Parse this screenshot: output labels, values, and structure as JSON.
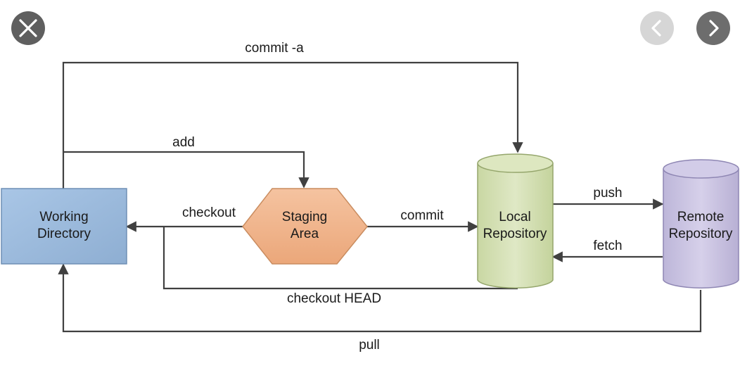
{
  "nodes": {
    "working_directory": {
      "line1": "Working",
      "line2": "Directory"
    },
    "staging_area": {
      "line1": "Staging",
      "line2": "Area"
    },
    "local_repository": {
      "line1": "Local",
      "line2": "Repository"
    },
    "remote_repository": {
      "line1": "Remote",
      "line2": "Repository"
    }
  },
  "edges": {
    "commit_a": "commit -a",
    "add": "add",
    "checkout": "checkout",
    "commit": "commit",
    "push": "push",
    "fetch": "fetch",
    "checkout_head": "checkout HEAD",
    "pull": "pull"
  },
  "viewer": {
    "close_icon": "close-icon",
    "prev_icon": "chevron-left-icon",
    "next_icon": "chevron-right-icon"
  },
  "colors": {
    "working_directory_fill": "#9bbadb",
    "staging_area_fill": "#f2b88f",
    "local_repository_fill": "#d4e0b4",
    "remote_repository_fill": "#c9c3e0",
    "arrow": "#404040"
  }
}
